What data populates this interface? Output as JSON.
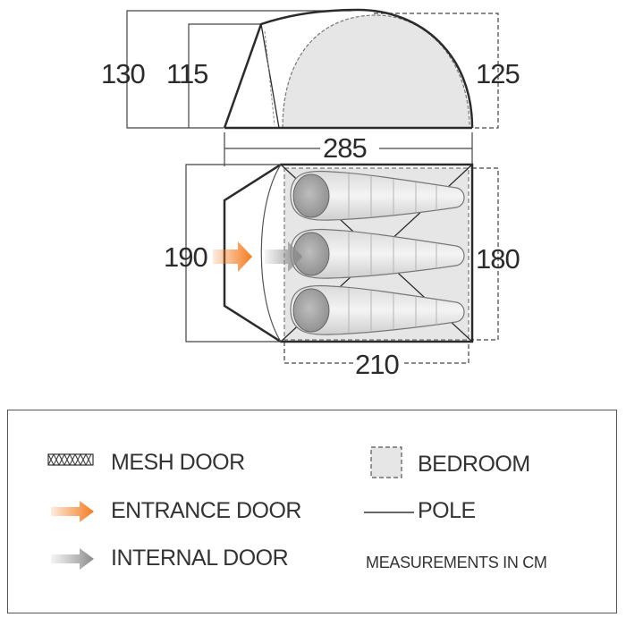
{
  "dimensions": {
    "height_vestibule": "130",
    "height_inner_front": "115",
    "height_inner_rear": "125",
    "total_length": "285",
    "total_width": "190",
    "bedroom_width": "180",
    "bedroom_length": "210"
  },
  "legend": {
    "mesh_door": "MESH DOOR",
    "entrance_door": "ENTRANCE DOOR",
    "internal_door": "INTERNAL DOOR",
    "bedroom": "BEDROOM",
    "pole": "POLE",
    "units_note": "MEASUREMENTS IN CM"
  },
  "colors": {
    "entrance_arrow": "#f47b20",
    "internal_arrow": "#9a9a9a",
    "bedroom_fill": "#e6e6e6",
    "outline": "#2b2b2b"
  },
  "icons": {
    "mesh": "mesh-pattern-icon",
    "entrance": "orange-arrow-icon",
    "internal": "grey-arrow-icon",
    "bedroom": "dashed-square-icon",
    "pole": "line-icon"
  }
}
